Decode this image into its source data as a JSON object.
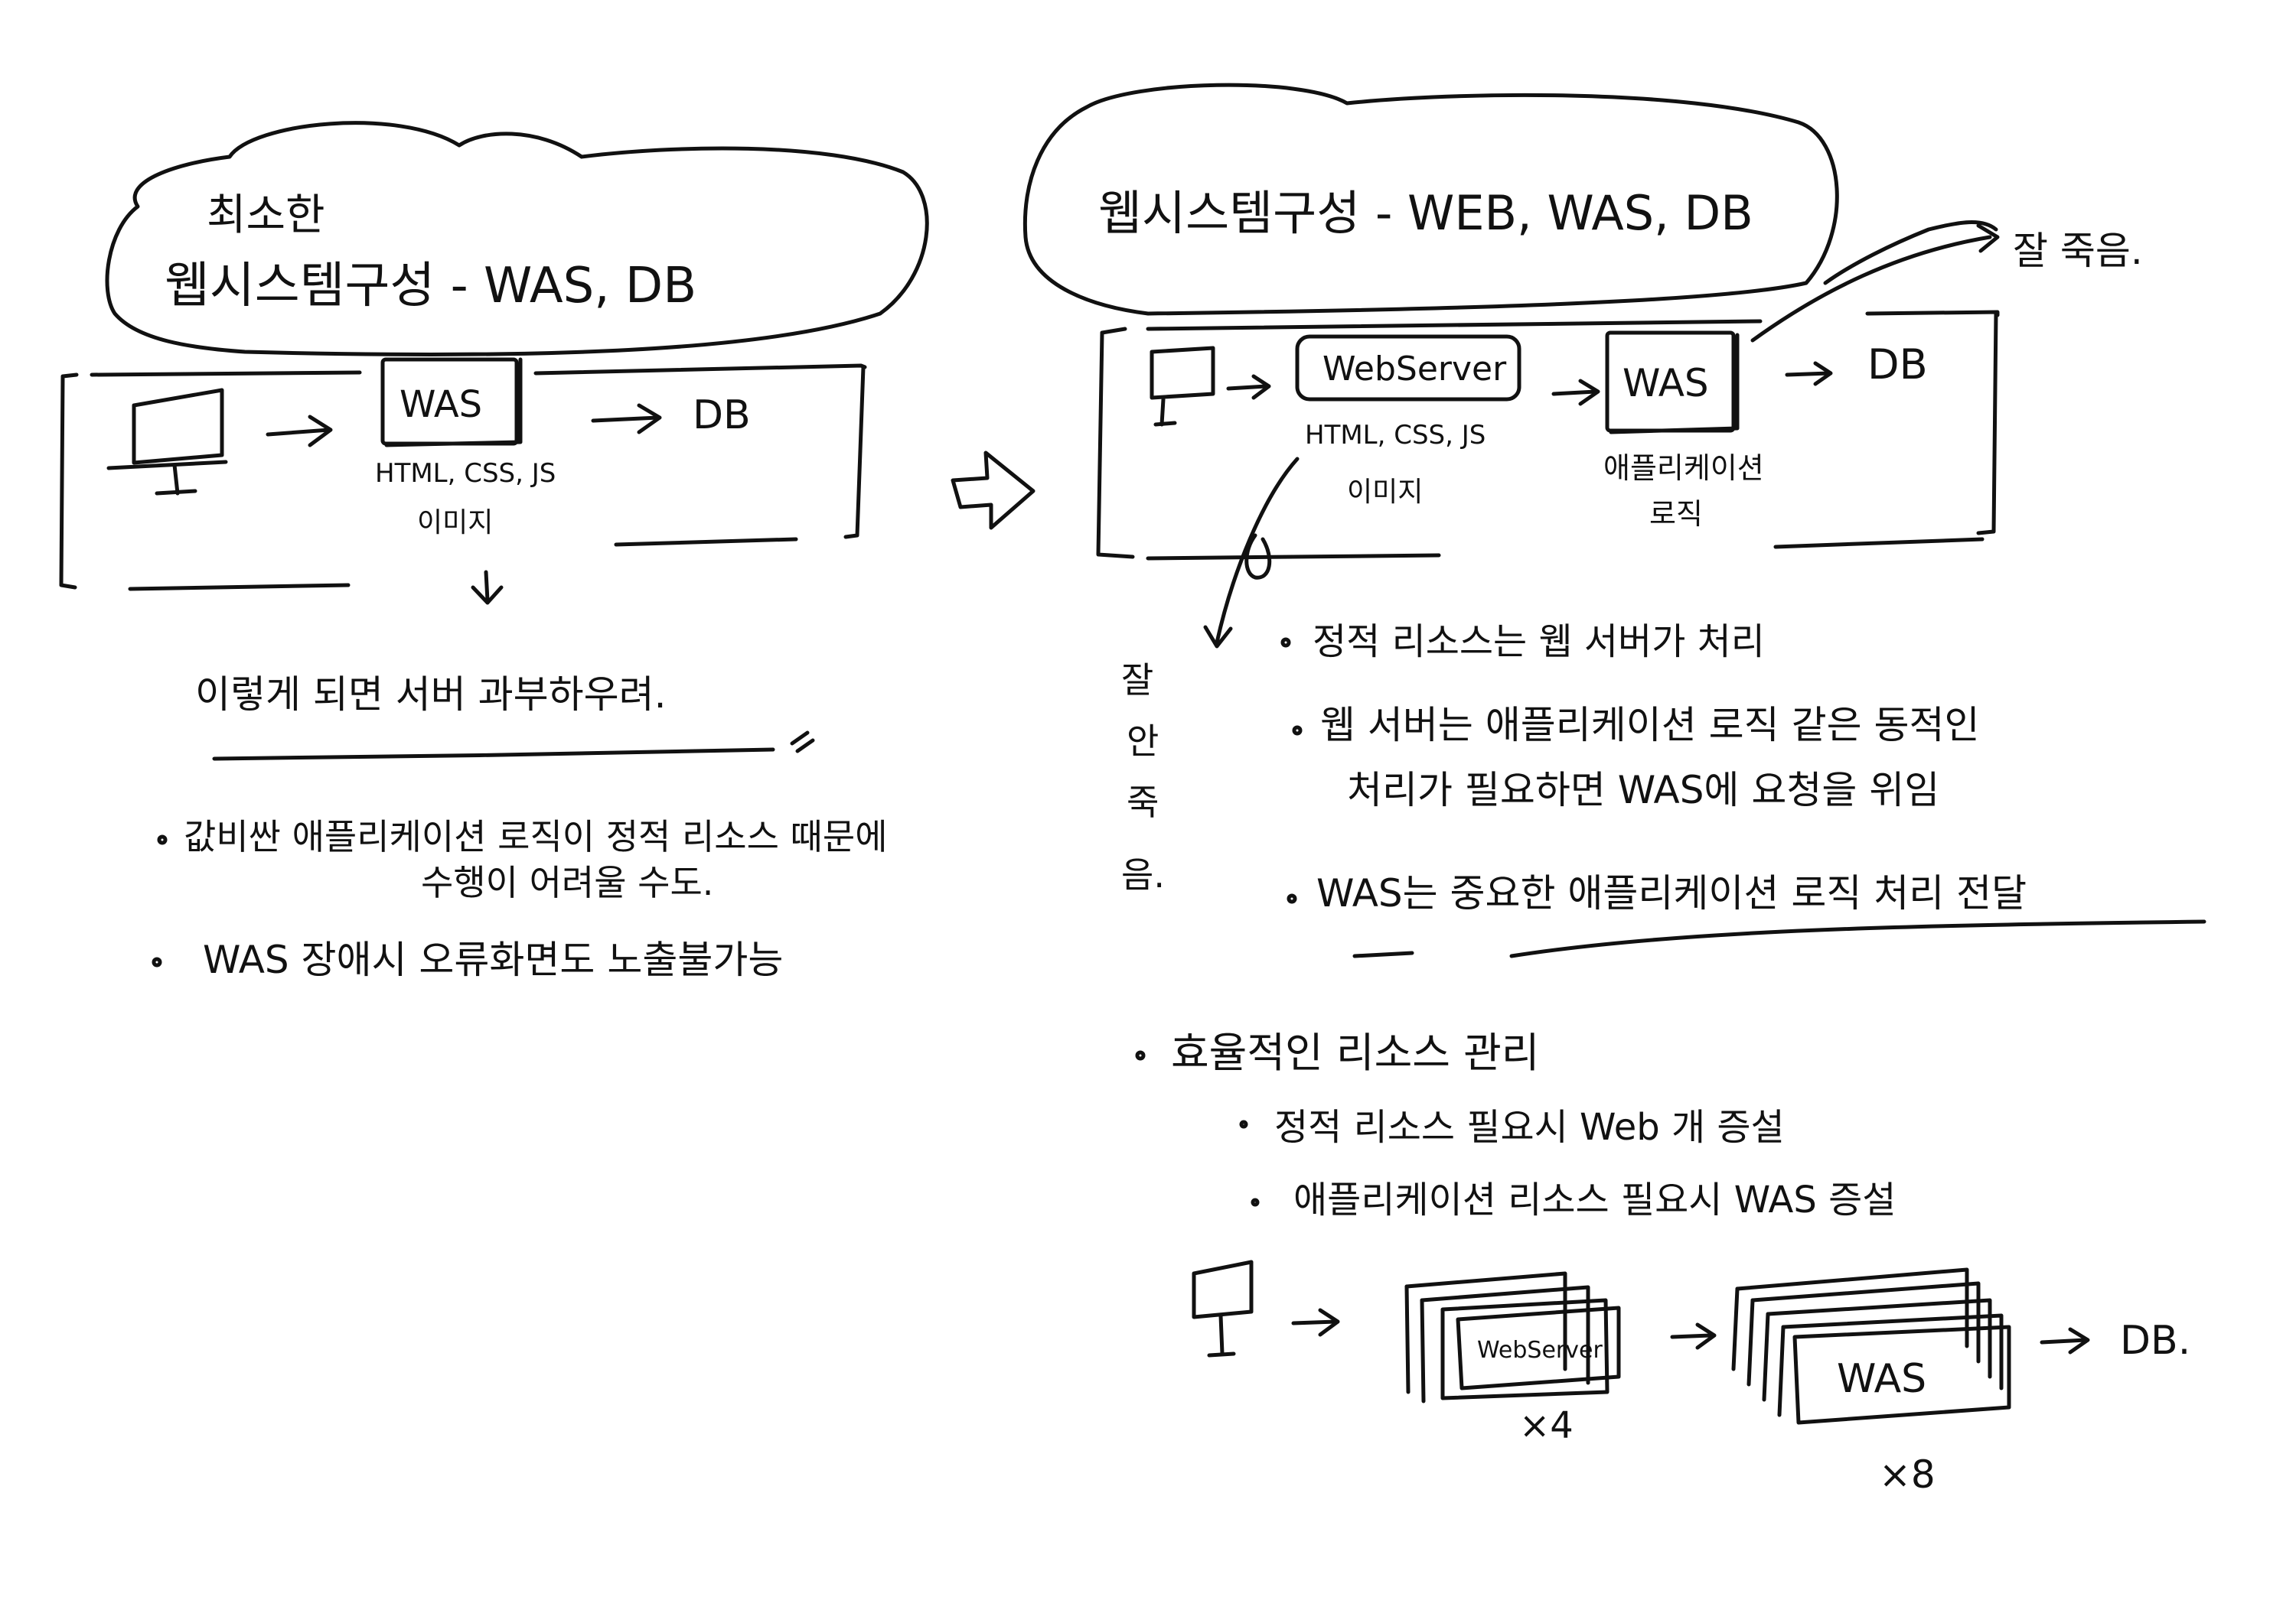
{
  "colors": {
    "ink": "#111111",
    "paper": "#ffffff"
  },
  "left": {
    "title_line1": "최소한",
    "title_line2": "웹시스템구성 - WAS, DB",
    "was_label": "WAS",
    "was_caption1": "HTML, CSS, JS",
    "was_caption2": "이미지",
    "db_label": "DB",
    "conclusion": "이렇게 되면 서버 과부하우려.",
    "bullets": [
      "값비싼 애플리케이션 로직이 정적 리소스 때문에",
      "수행이 어려울 수도.",
      "WAS 장애시 오류화면도 노출불가능"
    ]
  },
  "right": {
    "title": "웹시스템구성 - WEB, WAS, DB",
    "webserver_label": "WebServer",
    "webserver_caption1": "HTML, CSS, JS",
    "webserver_caption2": "이미지",
    "was_label": "WAS",
    "was_caption1": "애플리케이션",
    "was_caption2": "로직",
    "db_label": "DB",
    "good_note": "잘 죽음.",
    "side_note": [
      "잘",
      "안",
      "죽",
      "음."
    ],
    "bullets": [
      "정적 리소스는 웹 서버가 처리",
      "웹 서버는 애플리케이션 로직 같은 동적인",
      "처리가 필요하면 WAS에 요청을 위임",
      "WAS는 중요한 애플리케이션 로직 처리 전달"
    ],
    "efficiency_title": "효율적인 리소스 관리",
    "efficiency_items": [
      "정적 리소스 필요시 Web 개 증설",
      "애플리케이션 리소스 필요시 WAS 증설"
    ],
    "scale_web_label": "WebServer",
    "scale_web_count": "×4",
    "scale_was_label": "WAS",
    "scale_was_count": "×8",
    "scale_db_label": "DB."
  }
}
